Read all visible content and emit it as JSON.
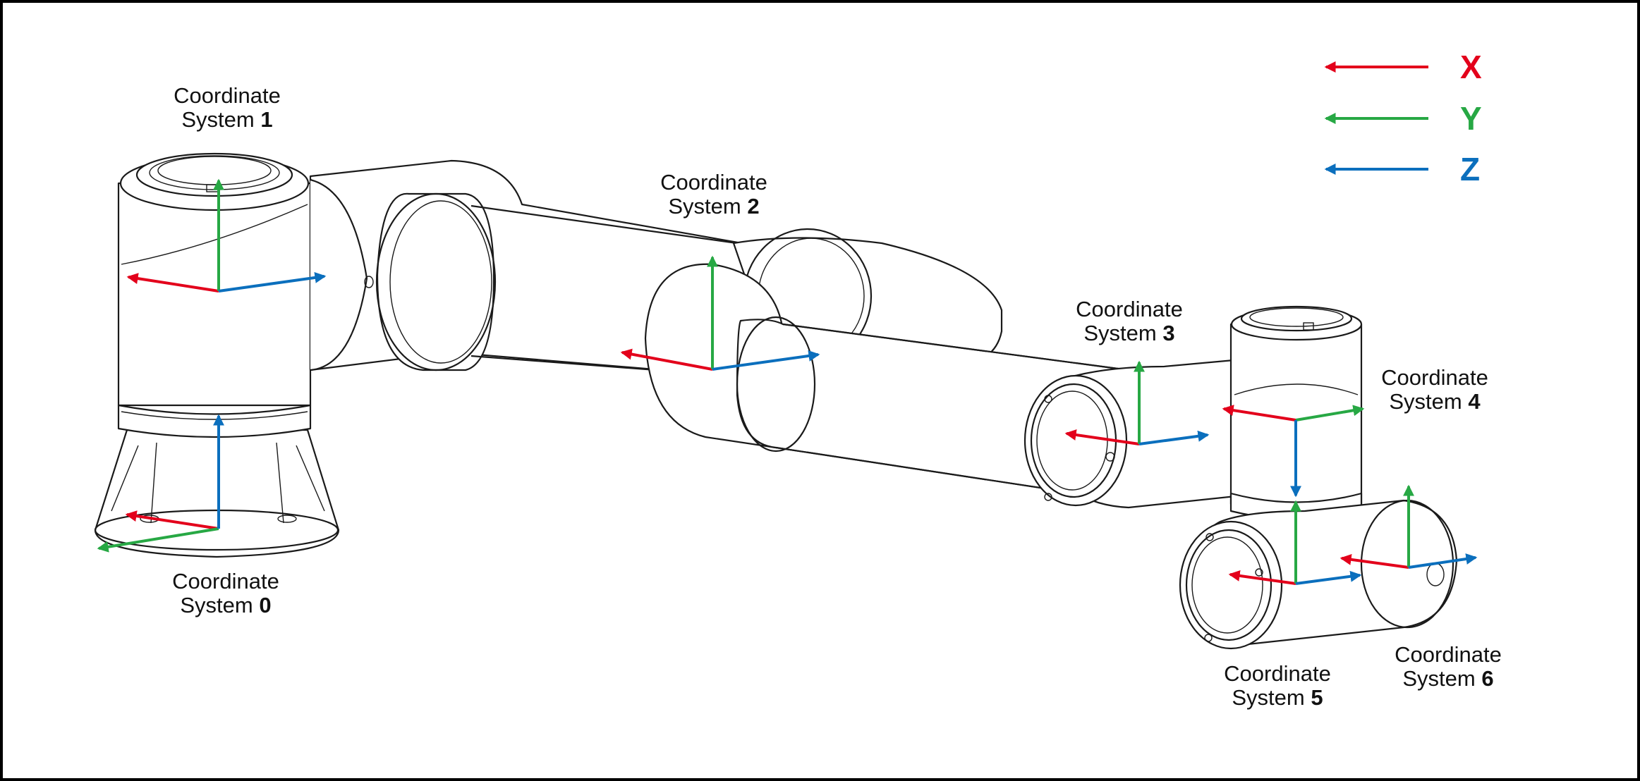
{
  "colors": {
    "x": "#e3001b",
    "y": "#27a844",
    "z": "#0b6fbd",
    "line": "#1a1a1a",
    "frame": "#000000"
  },
  "legend": [
    {
      "axis": "x",
      "letter": "X"
    },
    {
      "axis": "y",
      "letter": "Y"
    },
    {
      "axis": "z",
      "letter": "Z"
    }
  ],
  "systems": [
    {
      "id": "0",
      "line1": "Coordinate",
      "line2": "System",
      "number": "0"
    },
    {
      "id": "1",
      "line1": "Coordinate",
      "line2": "System",
      "number": "1"
    },
    {
      "id": "2",
      "line1": "Coordinate",
      "line2": "System",
      "number": "2"
    },
    {
      "id": "3",
      "line1": "Coordinate",
      "line2": "System",
      "number": "3"
    },
    {
      "id": "4",
      "line1": "Coordinate",
      "line2": "System",
      "number": "4"
    },
    {
      "id": "5",
      "line1": "Coordinate",
      "line2": "System",
      "number": "5"
    },
    {
      "id": "6",
      "line1": "Coordinate",
      "line2": "System",
      "number": "6"
    }
  ]
}
